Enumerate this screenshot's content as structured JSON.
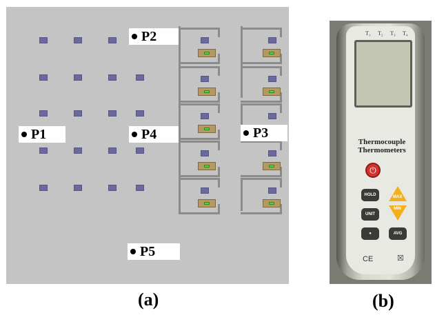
{
  "panel_a": {
    "caption": "(a)",
    "points": [
      {
        "id": "p1",
        "label": "P1"
      },
      {
        "id": "p2",
        "label": "P2"
      },
      {
        "id": "p3",
        "label": "P3"
      },
      {
        "id": "p4",
        "label": "P4"
      },
      {
        "id": "p5",
        "label": "P5"
      }
    ]
  },
  "panel_b": {
    "caption": "(b)",
    "channels": [
      "T₁",
      "T₂",
      "T₃",
      "T₄"
    ],
    "brand_line1": "Thermocouple",
    "brand_line2": "Thermometers",
    "keys": {
      "hold": "HOLD",
      "unit": "UNIT",
      "avg": "AVG",
      "max": "MAX",
      "min": "MIN"
    },
    "marks": {
      "ce": "CE",
      "bin": "☒"
    }
  },
  "colors": {
    "room_floor": "#c4c4c4",
    "block": "#6a6a9c",
    "server": "#b49a62",
    "led": "#56d43c",
    "power": "#d2332f",
    "max_min": "#f2b01c"
  }
}
